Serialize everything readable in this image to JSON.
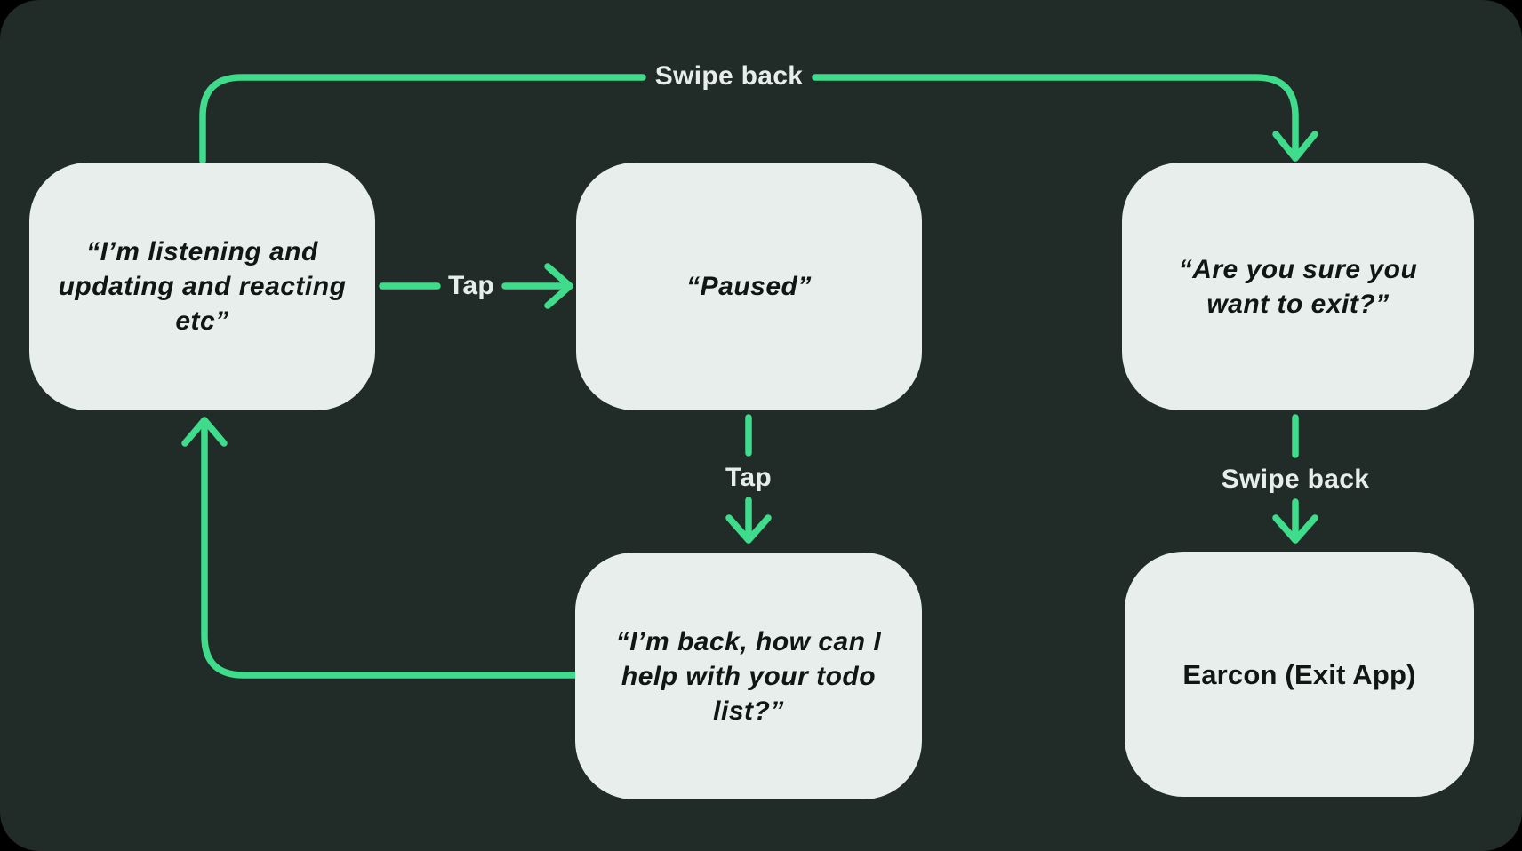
{
  "diagram": {
    "title": "voice-assistant-gesture-flow",
    "colors": {
      "background": "#212b27",
      "accent_green": "#3edc8b",
      "node_fill": "#e8eeec",
      "node_text": "#0f1613",
      "label_text": "#e6edea"
    },
    "nodes": {
      "listening": {
        "text": "“I’m listening and\nupdating and reacting\netc”"
      },
      "paused": {
        "text": "“Paused”"
      },
      "confirm_exit": {
        "text": "“Are you sure you\nwant to exit?”"
      },
      "back": {
        "text": "“I’m back, how can I\nhelp with your todo\nlist?”"
      },
      "earcon": {
        "text": "Earcon (Exit App)"
      }
    },
    "labels": {
      "swipe_back_top": "Swipe back",
      "tap_right": "Tap",
      "tap_down": "Tap",
      "swipe_back_down": "Swipe back"
    },
    "edges": [
      {
        "from": "listening",
        "to": "confirm_exit",
        "gesture": "Swipe back"
      },
      {
        "from": "listening",
        "to": "paused",
        "gesture": "Tap"
      },
      {
        "from": "paused",
        "to": "back",
        "gesture": "Tap"
      },
      {
        "from": "back",
        "to": "listening",
        "gesture": ""
      },
      {
        "from": "confirm_exit",
        "to": "earcon",
        "gesture": "Swipe back"
      }
    ]
  }
}
